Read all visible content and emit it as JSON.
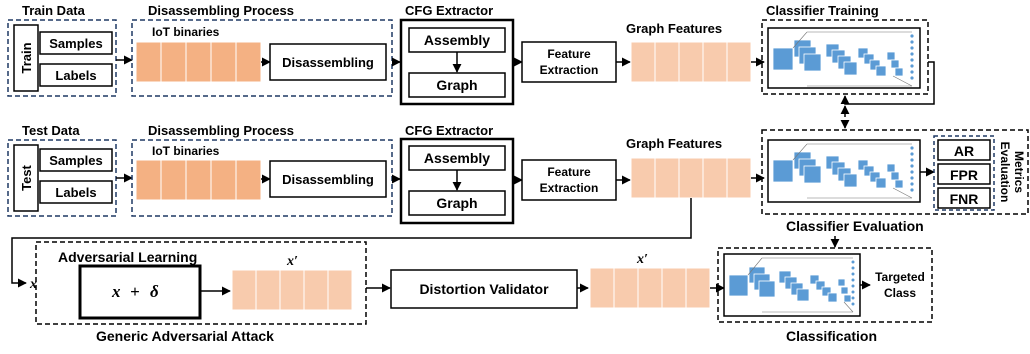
{
  "top_row": {
    "data_title": "Train Data",
    "data_side_label": "Train",
    "samples": "Samples",
    "labels": "Labels",
    "disassembling_process_title": "Disassembling Process",
    "iot_binaries": "IoT binaries",
    "disassembling": "Disassembling",
    "cfg_extractor_title": "CFG Extractor",
    "assembly": "Assembly",
    "graph": "Graph",
    "feature_extraction_line1": "Feature",
    "feature_extraction_line2": "Extraction",
    "graph_features": "Graph Features",
    "classifier_training": "Classifier Training"
  },
  "middle_row": {
    "data_title": "Test Data",
    "data_side_label": "Test",
    "samples": "Samples",
    "labels": "Labels",
    "disassembling_process_title": "Disassembling Process",
    "iot_binaries": "IoT binaries",
    "disassembling": "Disassembling",
    "cfg_extractor_title": "CFG Extractor",
    "assembly": "Assembly",
    "graph": "Graph",
    "feature_extraction_line1": "Feature",
    "feature_extraction_line2": "Extraction",
    "graph_features": "Graph Features",
    "classifier_evaluation": "Classifier Evaluation",
    "metrics": [
      "AR",
      "FPR",
      "FNR"
    ],
    "evaluation_metrics_line1": "Evaluation",
    "evaluation_metrics_line2": "Metrics"
  },
  "bottom_row": {
    "x_input": "x",
    "adversarial_learning": "Adversarial Learning",
    "perturbation_x": "x",
    "perturbation_plus": "+",
    "perturbation_delta": "δ",
    "x_prime": "x′",
    "generic_adversarial_attack": "Generic Adversarial Attack",
    "distortion_validator": "Distortion Validator",
    "x_prime_2": "x′",
    "targeted_class_line1": "Targeted",
    "targeted_class_line2": "Class",
    "classification": "Classification"
  },
  "colors": {
    "feature_cell_orange": "#f4b183",
    "feature_cell_peach": "#f8cbad",
    "cnn_blue": "#5b9bd5",
    "dashed_border": "#1f3864"
  }
}
